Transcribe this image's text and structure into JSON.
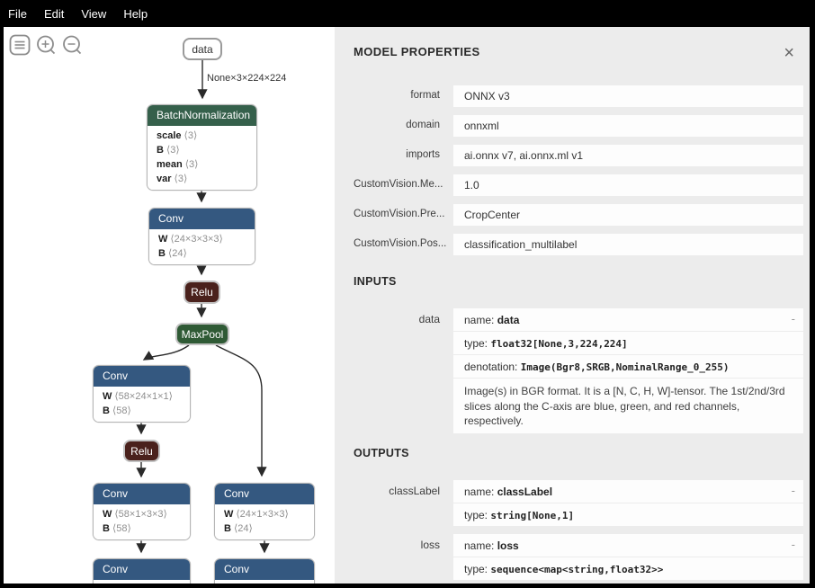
{
  "menu": {
    "items": [
      "File",
      "Edit",
      "View",
      "Help"
    ]
  },
  "toolbar": {
    "icons": [
      "menu-icon",
      "zoom-in-icon",
      "zoom-out-icon"
    ]
  },
  "colors": {
    "menubar_bg": "#000000",
    "graph_bg": "#ffffff",
    "panel_bg": "#ececec",
    "value_box_bg": "#fdfdfd",
    "node_layer": "#345880",
    "node_normalization": "#35604b",
    "node_activation": "#4a211c",
    "node_pool": "#2f5a35",
    "edge": "#2a2a2a"
  },
  "graph": {
    "edge_label": "None×3×224×224",
    "nodes": [
      {
        "label": "data",
        "kind": "input"
      },
      {
        "label": "BatchNormalization",
        "kind": "normalization",
        "params": [
          {
            "name": "scale",
            "dims": "⟨3⟩"
          },
          {
            "name": "B",
            "dims": "⟨3⟩"
          },
          {
            "name": "mean",
            "dims": "⟨3⟩"
          },
          {
            "name": "var",
            "dims": "⟨3⟩"
          }
        ]
      },
      {
        "label": "Conv",
        "kind": "layer",
        "params": [
          {
            "name": "W",
            "dims": "⟨24×3×3×3⟩"
          },
          {
            "name": "B",
            "dims": "⟨24⟩"
          }
        ]
      },
      {
        "label": "Relu",
        "kind": "activation"
      },
      {
        "label": "MaxPool",
        "kind": "pool"
      },
      {
        "label": "Conv",
        "kind": "layer",
        "params": [
          {
            "name": "W",
            "dims": "⟨58×24×1×1⟩"
          },
          {
            "name": "B",
            "dims": "⟨58⟩"
          }
        ]
      },
      {
        "label": "Relu",
        "kind": "activation"
      },
      {
        "label": "Conv",
        "kind": "layer",
        "params": [
          {
            "name": "W",
            "dims": "⟨58×1×3×3⟩"
          },
          {
            "name": "B",
            "dims": "⟨58⟩"
          }
        ]
      },
      {
        "label": "Conv",
        "kind": "layer",
        "params": [
          {
            "name": "W",
            "dims": "⟨24×1×3×3⟩"
          },
          {
            "name": "B",
            "dims": "⟨24⟩"
          }
        ]
      },
      {
        "label": "Conv",
        "kind": "layer"
      },
      {
        "label": "Conv",
        "kind": "layer"
      }
    ]
  },
  "panel": {
    "title": "MODEL PROPERTIES",
    "close_icon": "×",
    "properties": [
      {
        "label": "format",
        "value": "ONNX v3"
      },
      {
        "label": "domain",
        "value": "onnxml"
      },
      {
        "label": "imports",
        "value": "ai.onnx v7, ai.onnx.ml v1"
      },
      {
        "label": "CustomVision.Me...",
        "value": "1.0"
      },
      {
        "label": "CustomVision.Pre...",
        "value": "CropCenter"
      },
      {
        "label": "CustomVision.Pos...",
        "value": "classification_multilabel"
      }
    ],
    "inputs": {
      "title": "INPUTS",
      "items": [
        {
          "label": "data",
          "rows": [
            {
              "prefix": "name: ",
              "value": "data",
              "toggle": "-"
            },
            {
              "prefix": "type: ",
              "value": "float32[None,3,224,224]"
            },
            {
              "prefix": "denotation: ",
              "value": "Image(Bgr8,SRGB,NominalRange_0_255)"
            },
            {
              "text": "Image(s) in BGR format. It is a [N, C, H, W]-tensor. The 1st/2nd/3rd slices along the C-axis are blue, green, and red channels, respectively."
            }
          ]
        }
      ]
    },
    "outputs": {
      "title": "OUTPUTS",
      "items": [
        {
          "label": "classLabel",
          "rows": [
            {
              "prefix": "name: ",
              "value": "classLabel",
              "toggle": "-"
            },
            {
              "prefix": "type: ",
              "value": "string[None,1]"
            }
          ]
        },
        {
          "label": "loss",
          "rows": [
            {
              "prefix": "name: ",
              "value": "loss",
              "toggle": "-"
            },
            {
              "prefix": "type: ",
              "value": "sequence<map<string,float32>>"
            }
          ]
        }
      ]
    }
  }
}
